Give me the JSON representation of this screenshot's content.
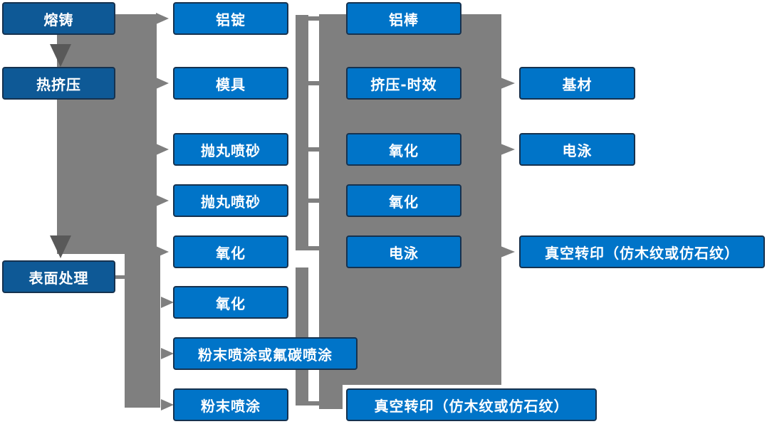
{
  "diagram": {
    "description": "Aluminium profile production process flow",
    "columns": {
      "process": [
        "熔铸",
        "热挤压",
        "表面处理"
      ],
      "stage2": [
        "铝锭",
        "模具",
        "抛丸喷砂",
        "抛丸喷砂",
        "氧化",
        "氧化",
        "粉末喷涂或氟碳喷涂",
        "粉末喷涂"
      ],
      "stage3": [
        "铝棒",
        "挤压-时效",
        "氧化",
        "氧化",
        "电泳",
        "真空转印（仿木纹或仿石纹）"
      ],
      "stage4": [
        "基材",
        "电泳",
        "真空转印（仿木纹或仿石纹）"
      ]
    }
  },
  "colors": {
    "node_primary": "#0074C8",
    "node_dark": "#0E5996",
    "node_border": "#16324F",
    "connector": "#7F7F7F",
    "arrow_dark": "#595959",
    "text_white": "#FFFFFF"
  }
}
